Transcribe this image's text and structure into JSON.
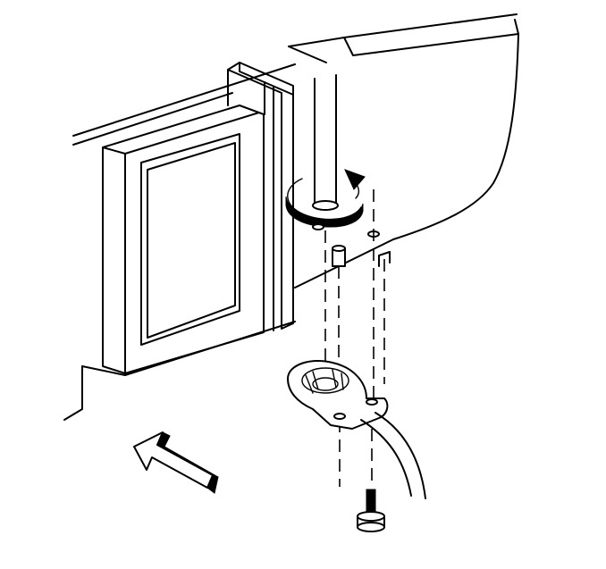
{
  "figure": {
    "type": "service-illustration",
    "components": [
      "vehicle-panel",
      "window-frame",
      "vertical-shaft",
      "rotation-arrow",
      "dowel-pin",
      "sensor-bracket",
      "harness-cable",
      "bolt",
      "direction-arrow"
    ],
    "colors": {
      "line": "#000000",
      "background": "#ffffff"
    }
  }
}
